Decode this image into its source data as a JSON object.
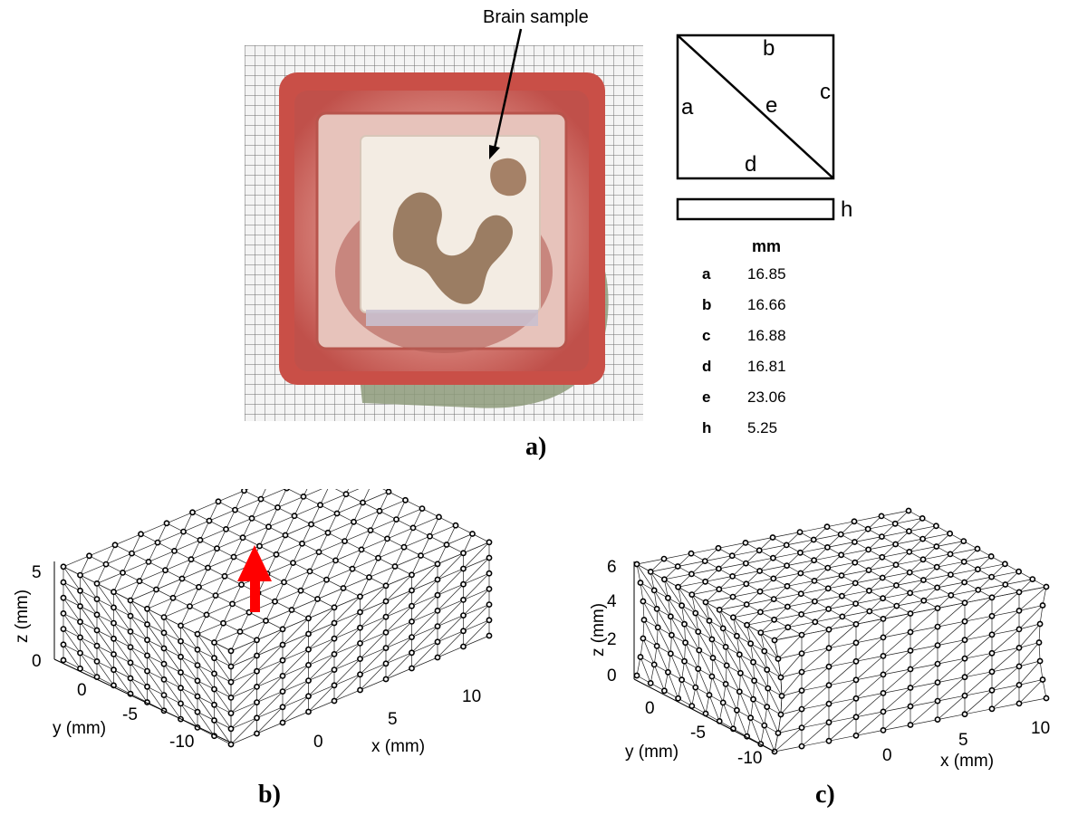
{
  "panel_a": {
    "annotation": "Brain sample",
    "diagram_labels": {
      "a": "a",
      "b": "b",
      "c": "c",
      "d": "d",
      "e": "e",
      "h": "h"
    },
    "table": {
      "unit_header": "mm",
      "rows": [
        {
          "key": "a",
          "value": "16.85"
        },
        {
          "key": "b",
          "value": "16.66"
        },
        {
          "key": "c",
          "value": "16.88"
        },
        {
          "key": "d",
          "value": "16.81"
        },
        {
          "key": "e",
          "value": "23.06"
        },
        {
          "key": "h",
          "value": "5.25"
        }
      ]
    },
    "caption": "a)"
  },
  "panel_b": {
    "caption": "b)",
    "z_label": "z (mm)",
    "y_label": "y (mm)",
    "x_label": "x (mm)",
    "z_ticks": [
      "5",
      "0"
    ],
    "y_ticks": [
      "0",
      "-5",
      "-10"
    ],
    "x_ticks": [
      "0",
      "5",
      "10"
    ],
    "arrow_color": "#ff0000"
  },
  "panel_c": {
    "caption": "c)",
    "z_label": "z (mm)",
    "y_label": "y (mm)",
    "x_label": "x (mm)",
    "z_ticks": [
      "6",
      "4",
      "2",
      "0"
    ],
    "y_ticks": [
      "0",
      "-5",
      "-10"
    ],
    "x_ticks": [
      "0",
      "5",
      "10"
    ]
  }
}
